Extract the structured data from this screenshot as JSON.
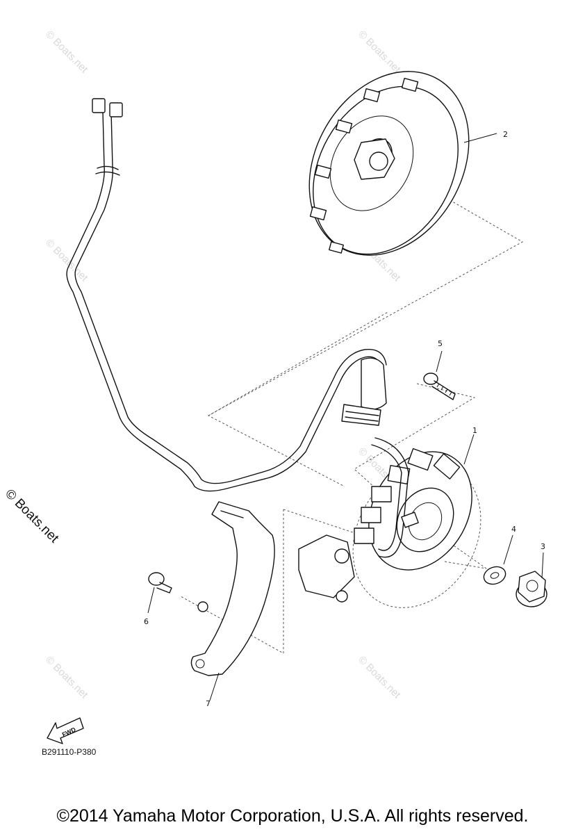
{
  "watermarks": {
    "text": "© Boats.net",
    "side_text": "© Boats.net"
  },
  "callouts": [
    {
      "id": "1",
      "label": "1"
    },
    {
      "id": "2",
      "label": "2"
    },
    {
      "id": "3",
      "label": "3"
    },
    {
      "id": "4",
      "label": "4"
    },
    {
      "id": "5",
      "label": "5"
    },
    {
      "id": "6",
      "label": "6"
    },
    {
      "id": "7",
      "label": "7"
    }
  ],
  "fwd_label": "FWD",
  "diagram_code": "B291110-P380",
  "copyright": "©2014 Yamaha Motor Corporation, U.S.A. All rights reserved."
}
